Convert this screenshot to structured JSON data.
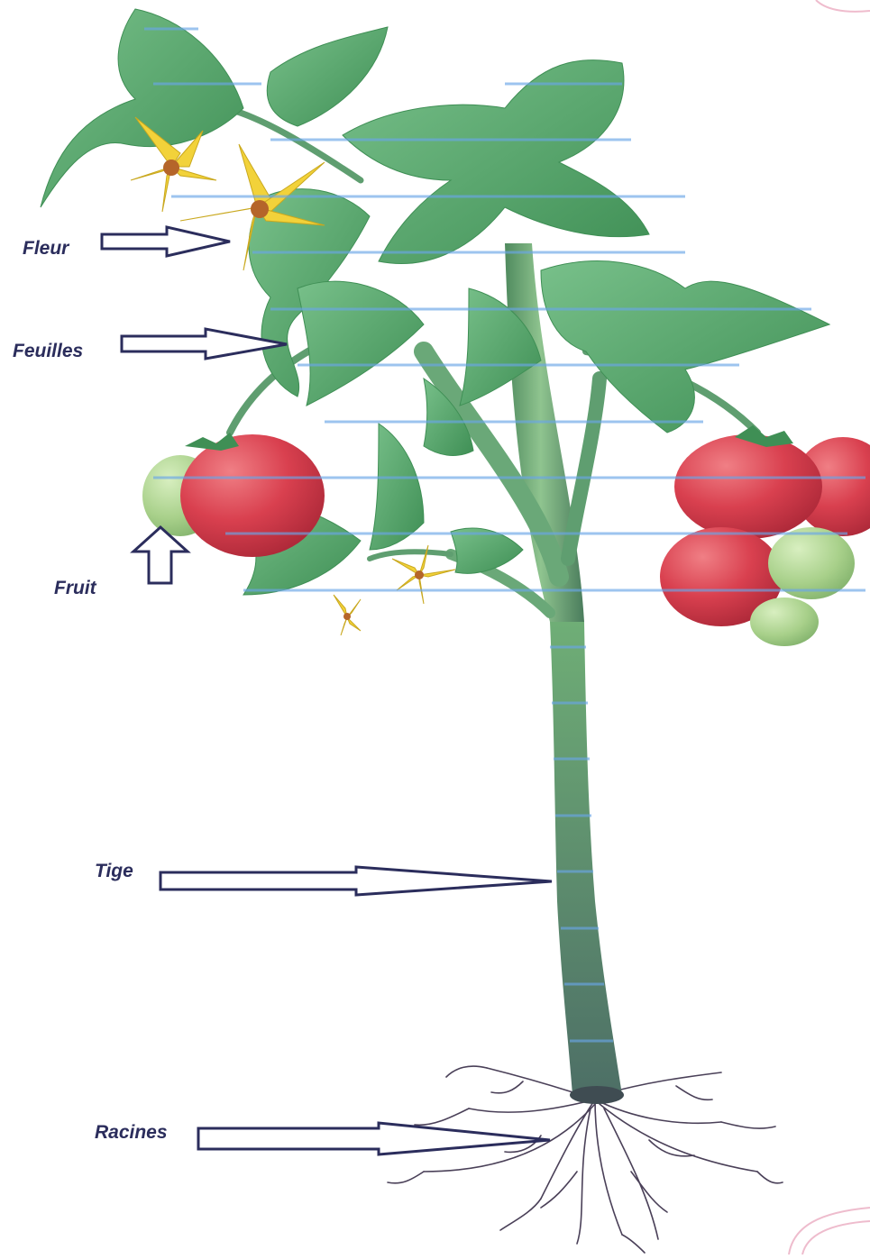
{
  "labels": {
    "fleur": "Fleur",
    "feuilles": "Feuilles",
    "fruit": "Fruit",
    "tige": "Tige",
    "racines": "Racines"
  },
  "colors": {
    "label_text": "#2b2d5c",
    "arrow_stroke": "#2b2d5c",
    "arrow_fill": "#ffffff",
    "leaf": "#5fae6e",
    "leaf_dark": "#3f8f55",
    "stem": "#6fae76",
    "stem_dark": "#4a7c5c",
    "tomato_red": "#d9404f",
    "tomato_green": "#a8d08a",
    "flower_petal": "#f2d23a",
    "flower_center": "#b5652a",
    "root": "#4a4058",
    "scan_line": "#6aa6e8"
  }
}
